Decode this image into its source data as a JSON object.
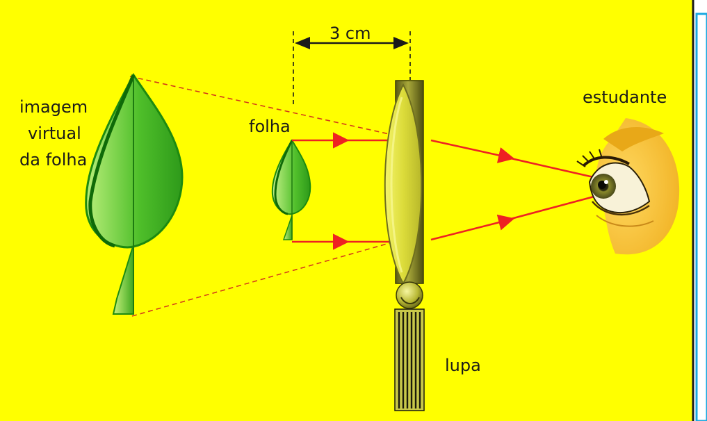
{
  "labels": {
    "distance": "3 cm",
    "virtual_image_line1": "imagem",
    "virtual_image_line2": "virtual",
    "virtual_image_line3": "da folha",
    "object": "folha",
    "observer": "estudante",
    "magnifier": "lupa"
  },
  "colors": {
    "background": "#ffff00",
    "frame": "#1ba8e0",
    "ray": "#ee2222",
    "dashed_line": "#d33a1a",
    "leaf_dark": "#1d8a10",
    "leaf_light": "#9fe06a",
    "lens_glass": "#e8e84a",
    "lens_rim": "#6e6e1e",
    "skin": "#f4c038"
  }
}
